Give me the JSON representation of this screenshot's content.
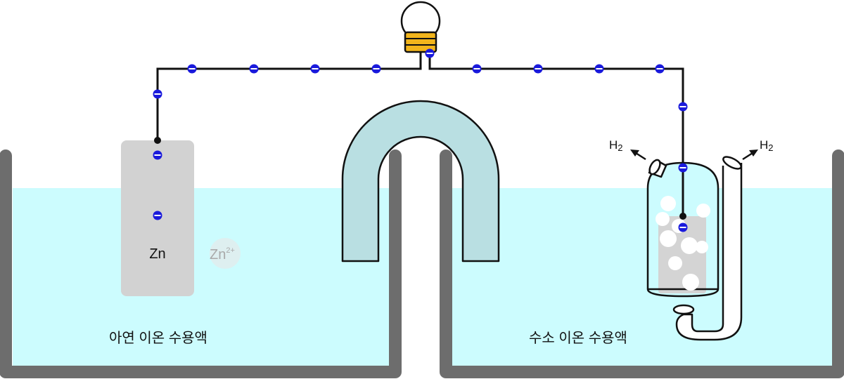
{
  "labels": {
    "electrode": "Zn",
    "ion_base": "Zn",
    "ion_charge": "2+",
    "gas_left_base": "H",
    "gas_left_sub": "2",
    "gas_right_base": "H",
    "gas_right_sub": "2",
    "left_solution": "아연 이온 수용액",
    "right_solution": "수소 이온 수용액"
  },
  "colors": {
    "solution": "#ccfcfe",
    "container": "#6d6d6d",
    "wire": "#111111",
    "electron": "#1a1adc",
    "zinc": "#d2d2d2",
    "salt_bridge": "#b9dfe2",
    "bulb_base": "#f2b51c",
    "bubble": "#ffffff"
  }
}
